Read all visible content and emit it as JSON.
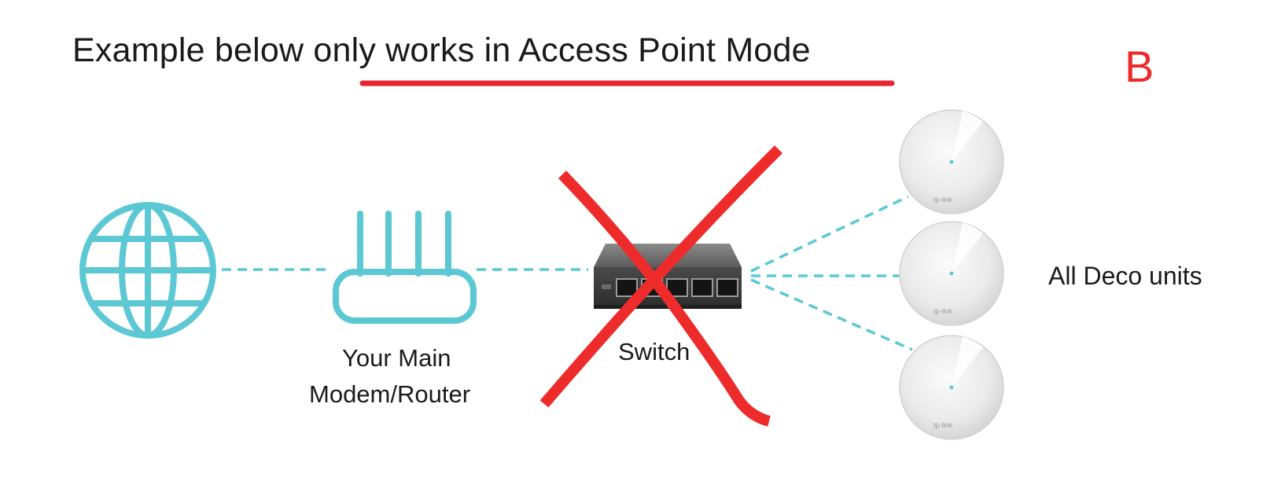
{
  "title": "Example below only works in Access Point Mode",
  "corner_letter": "B",
  "nodes": {
    "internet": {
      "icon": "globe-icon"
    },
    "router": {
      "icon": "router-icon",
      "label_line1": "Your Main",
      "label_line2": "Modem/Router"
    },
    "switch": {
      "icon": "network-switch-icon",
      "label": "Switch",
      "crossed_out": true
    },
    "deco": {
      "icon": "deco-unit-icon",
      "count": 3,
      "label": "All Deco units"
    }
  },
  "colors": {
    "accent": "#5bc8d4",
    "cross": "#ee2b2b",
    "underline": "#e8242f",
    "text": "#1a1a1a"
  }
}
